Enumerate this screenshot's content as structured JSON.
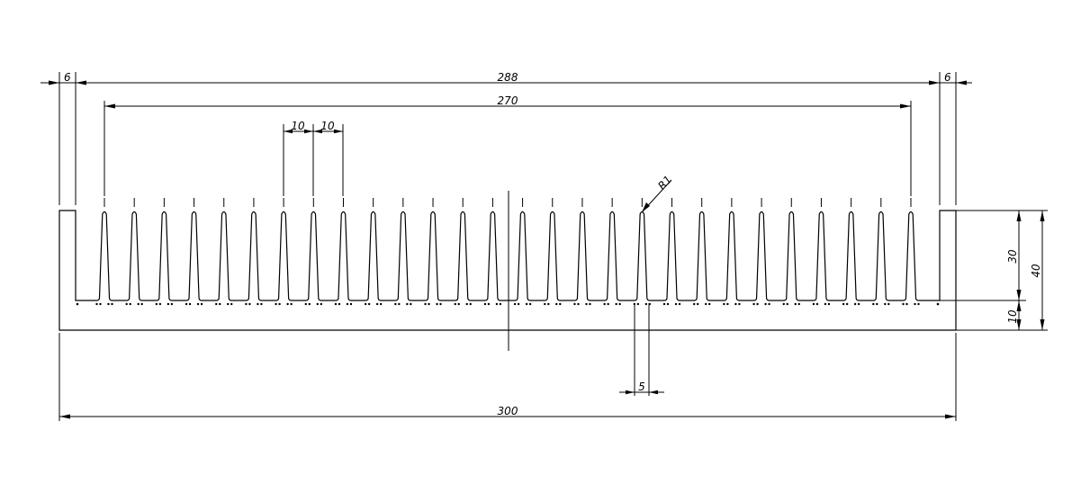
{
  "dimensions": {
    "left_wall": "6",
    "inner_width": "288",
    "right_wall": "6",
    "fin_span": "270",
    "pitch_a": "10",
    "pitch_b": "10",
    "tip_radius": "R1",
    "fin_height": "30",
    "total_height": "40",
    "base_thickness": "10",
    "gap": "5",
    "overall_width": "300"
  },
  "fin_count": 28
}
